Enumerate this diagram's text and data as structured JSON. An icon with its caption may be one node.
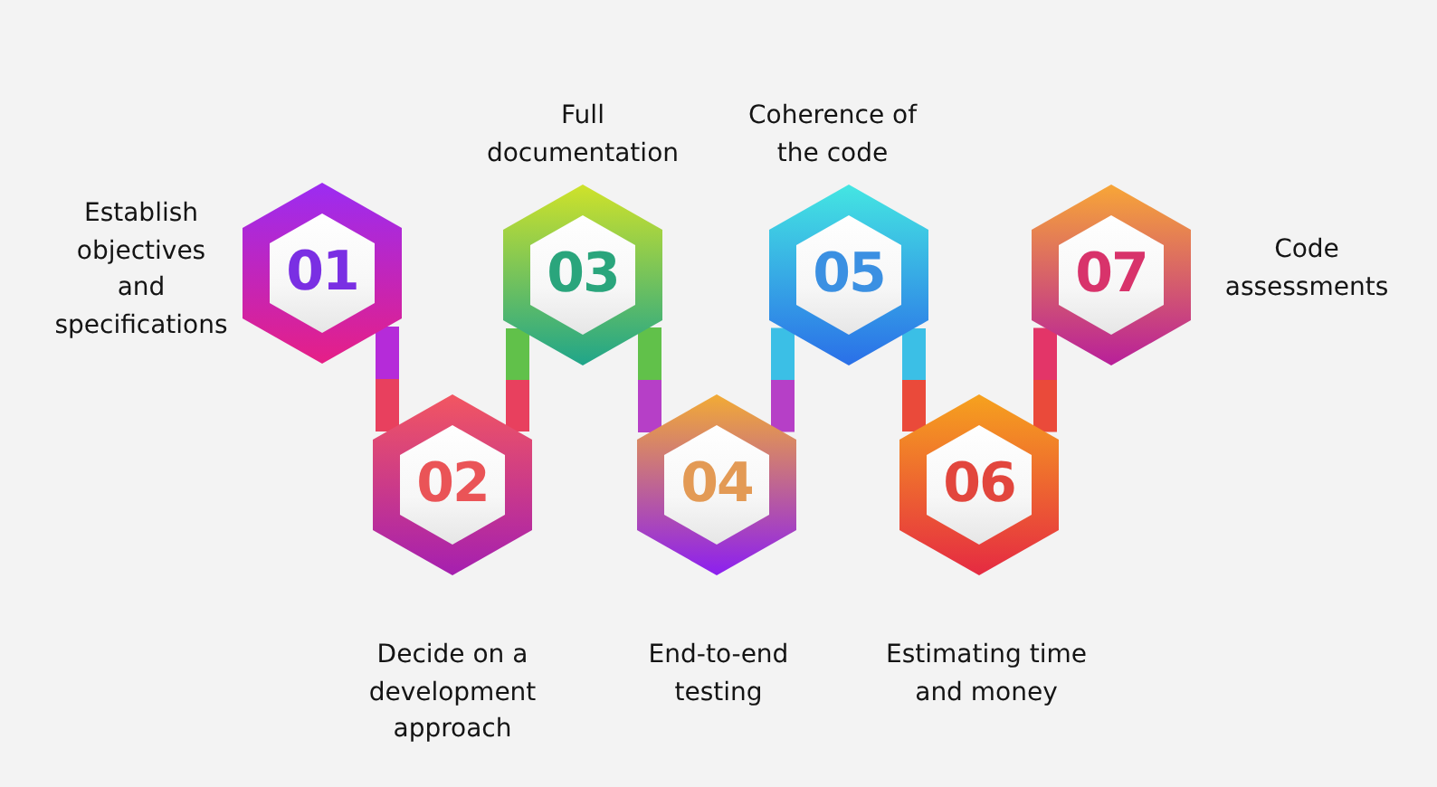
{
  "diagram": {
    "nodes": [
      {
        "text": [
          "01"
        ],
        "beside": [
          "Establish objectives and specifications"
        ]
      },
      {
        "text": [
          "02"
        ],
        "beside": [
          "Decide on a development approach"
        ]
      },
      {
        "text": [
          "03"
        ],
        "beside": [
          "Full documentation"
        ]
      },
      {
        "text": [
          "04"
        ],
        "beside": [
          "End-to-end testing"
        ]
      },
      {
        "text": [
          "05"
        ],
        "beside": [
          "Coherence of the code"
        ]
      },
      {
        "text": [
          "06"
        ],
        "beside": [
          "Estimating time and money"
        ]
      },
      {
        "text": [
          "07"
        ],
        "beside": [
          "Code assessments"
        ]
      }
    ],
    "edges": [
      {
        "from": 0,
        "to": 1,
        "arrow": "none"
      },
      {
        "from": 1,
        "to": 2,
        "arrow": "none"
      },
      {
        "from": 2,
        "to": 3,
        "arrow": "none"
      },
      {
        "from": 3,
        "to": 4,
        "arrow": "none"
      },
      {
        "from": 4,
        "to": 5,
        "arrow": "none"
      },
      {
        "from": 5,
        "to": 6,
        "arrow": "none"
      }
    ]
  }
}
